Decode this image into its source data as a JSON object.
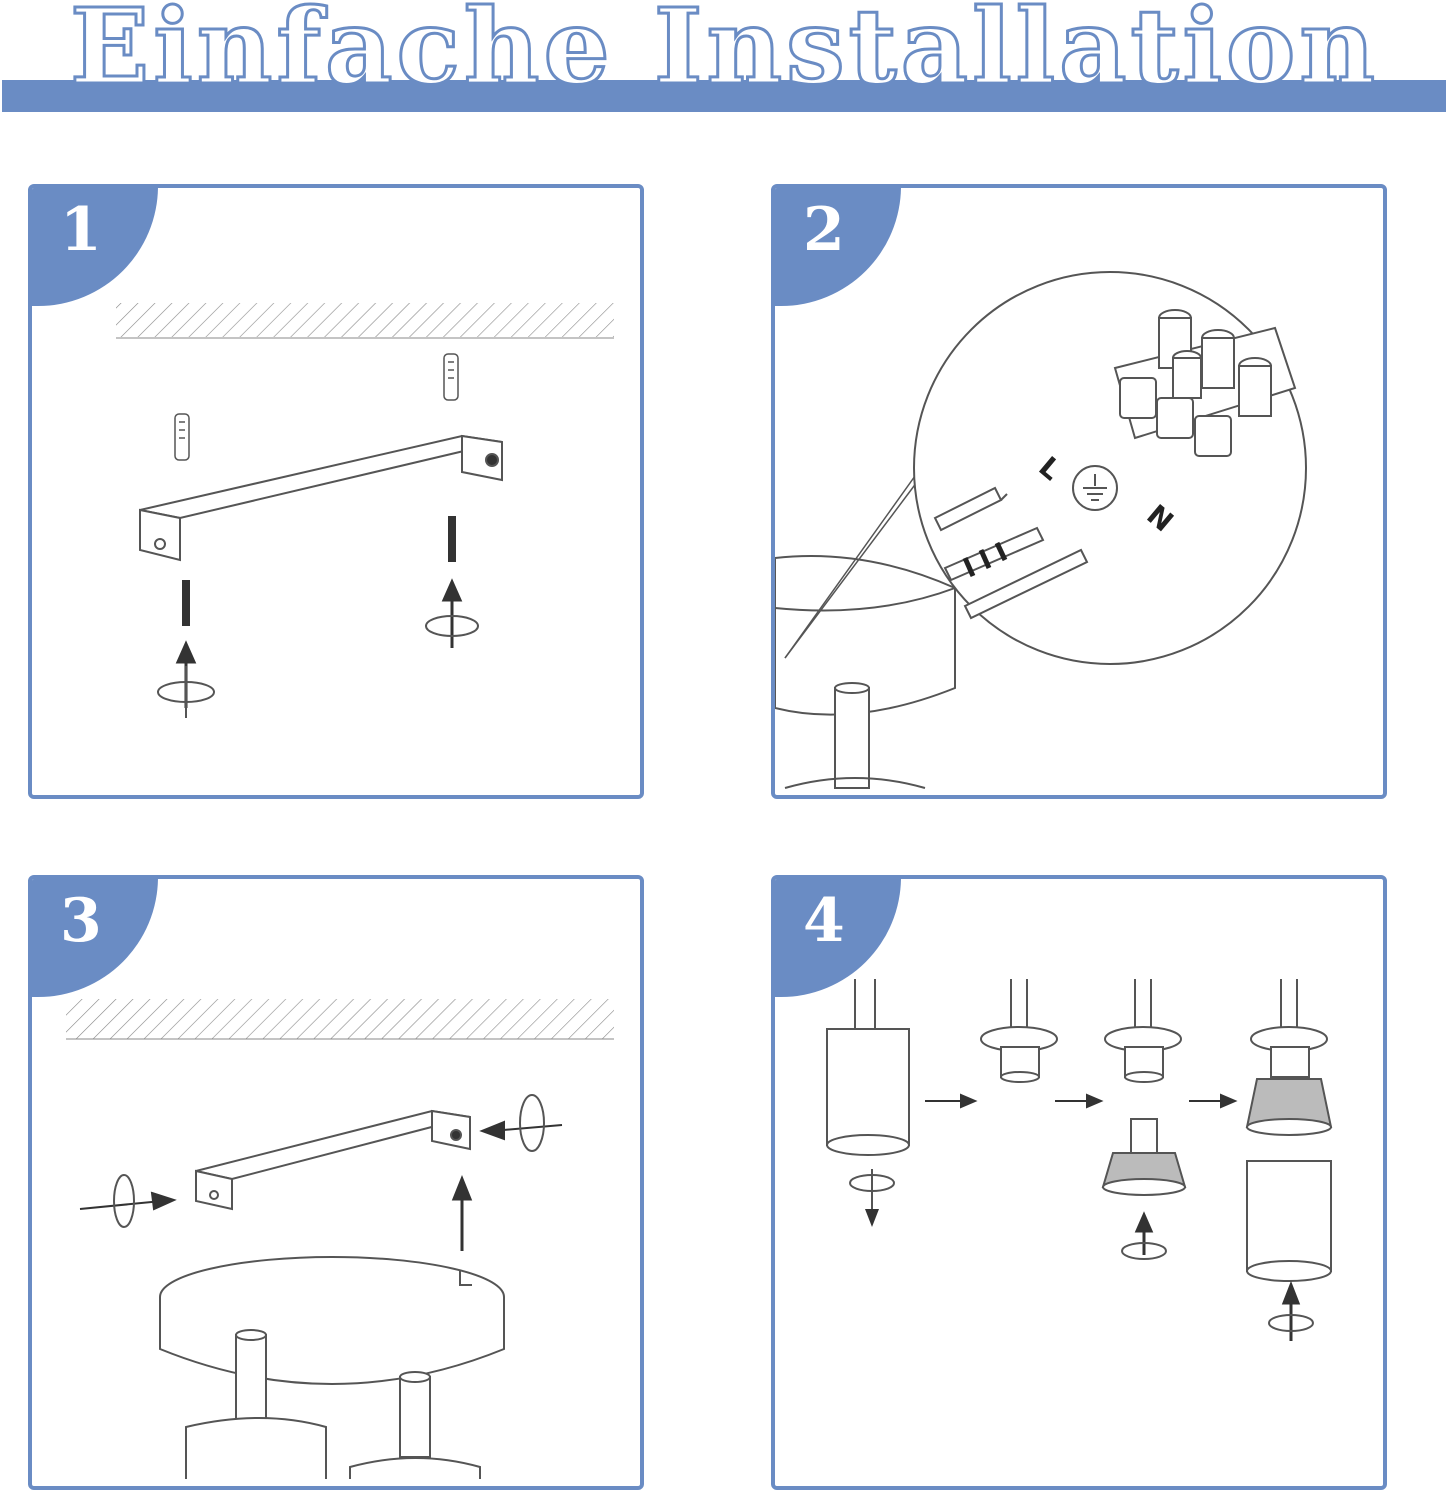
{
  "header": {
    "title": "Einfache Installation"
  },
  "steps": [
    {
      "number": "1"
    },
    {
      "number": "2"
    },
    {
      "number": "3"
    },
    {
      "number": "4"
    }
  ],
  "wiring": {
    "live_label": "L",
    "neutral_label": "N"
  },
  "colors": {
    "accent": "#6a8cc4",
    "line": "#555555"
  }
}
